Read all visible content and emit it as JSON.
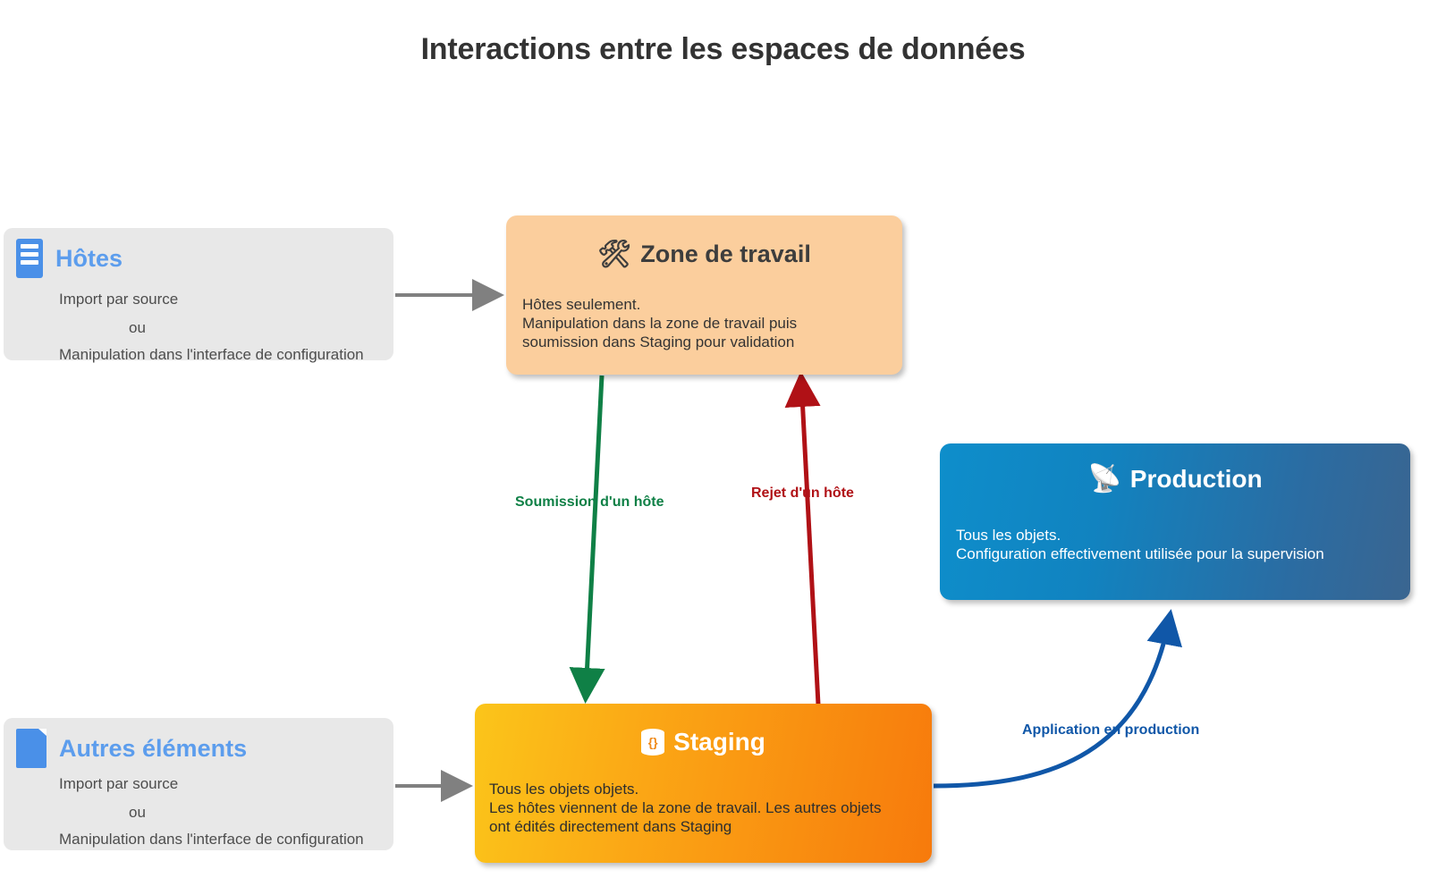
{
  "title": "Interactions entre les espaces de données",
  "nodes": {
    "hosts": {
      "icon": "server-rack-icon",
      "title": "Hôtes",
      "lines": [
        "Import par source",
        "ou",
        "Manipulation dans l'interface de configuration"
      ]
    },
    "other_elements": {
      "icon": "document-icon",
      "title": "Autres éléments",
      "lines": [
        "Import par source",
        "ou",
        "Manipulation dans l'interface de configuration"
      ]
    },
    "workspace": {
      "icon": "hammer-and-wrench-icon",
      "icon_glyph": "🛠",
      "title": "Zone de travail",
      "body": "Hôtes seulement.\nManipulation dans la zone de travail puis\nsoumission dans Staging pour validation"
    },
    "staging": {
      "icon": "database-icon",
      "title": "Staging",
      "body": "Tous les objets objets.\nLes hôtes viennent de la zone de travail. Les autres objets\nont édités directement dans Staging"
    },
    "production": {
      "icon": "satellite-antenna-icon",
      "icon_glyph": "📡",
      "title": "Production",
      "body": "Tous les objets.\nConfiguration effectivement utilisée pour la supervision"
    }
  },
  "edges": {
    "hosts_to_workspace": {
      "label": "",
      "color": "#808080"
    },
    "other_to_staging": {
      "label": "",
      "color": "#808080"
    },
    "workspace_to_staging": {
      "label": "Soumission d'un hôte",
      "color": "#0f8046"
    },
    "staging_to_workspace": {
      "label": "Rejet d'un hôte",
      "color": "#b01116"
    },
    "staging_to_production": {
      "label": "Application en production",
      "color": "#1057a8"
    }
  },
  "colors": {
    "title": "#333333",
    "source_box_bg": "#e8e8e8",
    "source_title": "#5c9ded",
    "workspace_bg": "#fbce9d",
    "staging_start": "#fbc51a",
    "staging_end": "#f77a0c",
    "production_start": "#0e8ecb",
    "production_end": "#3a6590",
    "green_arrow": "#0f8046",
    "red_arrow": "#b01116",
    "blue_arrow": "#1057a8",
    "gray_arrow": "#808080"
  }
}
